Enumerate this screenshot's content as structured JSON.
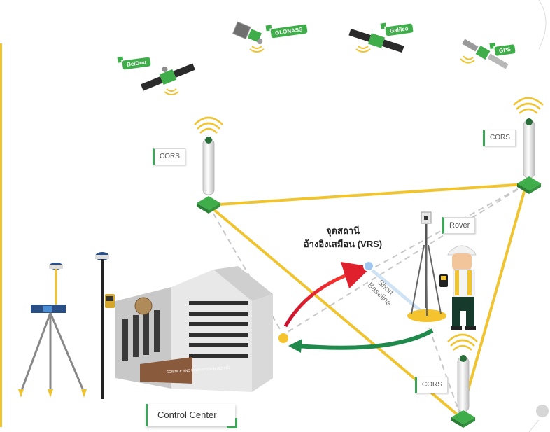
{
  "satellites": [
    {
      "name": "BeiDou"
    },
    {
      "name": "GLONASS"
    },
    {
      "name": "Galileo"
    },
    {
      "name": "GPS"
    }
  ],
  "stations": {
    "cors_label": "CORS",
    "rover_label": "Rover"
  },
  "vrs": {
    "line1": "จุดสถานี",
    "line2": "อ้างอิงเสมือน (VRS)"
  },
  "baseline": {
    "line1": "Short",
    "line2": "Baseline"
  },
  "control_center": {
    "label": "Control Center"
  },
  "building_sign": "SCIENCE AND INNOVATION BUILDING",
  "colors": {
    "network_line": "#f0c430",
    "dashed_line": "#c8c8c8",
    "accent_green": "#3aa856",
    "uplink_arrow": "#e0202c",
    "downlink_arrow": "#1f8a4c",
    "vrs_point": "#9ec6ee",
    "control_point": "#f5c32e"
  }
}
